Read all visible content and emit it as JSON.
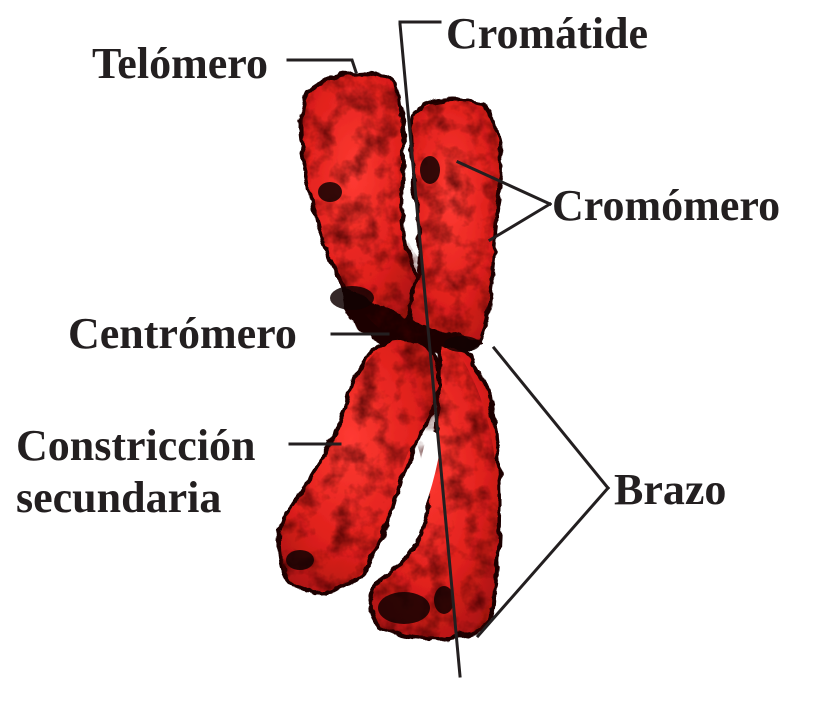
{
  "labels": {
    "cromatide": "Cromátide",
    "telomero": "Telómero",
    "cromomero": "Cromómero",
    "centromero": "Centrómero",
    "constriccion_line1": "Constricción",
    "constriccion_line2": "secundaria",
    "brazo": "Brazo"
  },
  "colors": {
    "chromosome_fill": "#e0201c",
    "chromosome_dark": "#2a0606",
    "chromosome_highlight": "#ff3a32",
    "label_text": "#231f20"
  }
}
